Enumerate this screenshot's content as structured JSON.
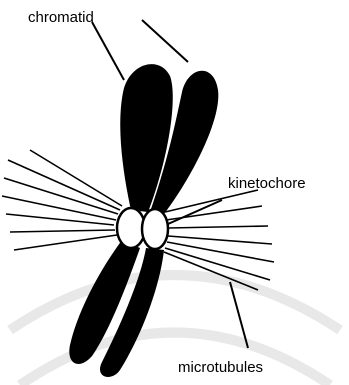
{
  "labels": {
    "chromatid": "chromatid",
    "kinetochore": "kinetochore",
    "microtubules": "microtubules"
  },
  "colors": {
    "chromatid_fill": "#000000",
    "upper_chromatid_tint": "#141414",
    "lower_chromatid_tint": "#1c1c1c",
    "kinetochore_fill": "#ffffff",
    "line": "#000000",
    "background": "#ffffff"
  }
}
